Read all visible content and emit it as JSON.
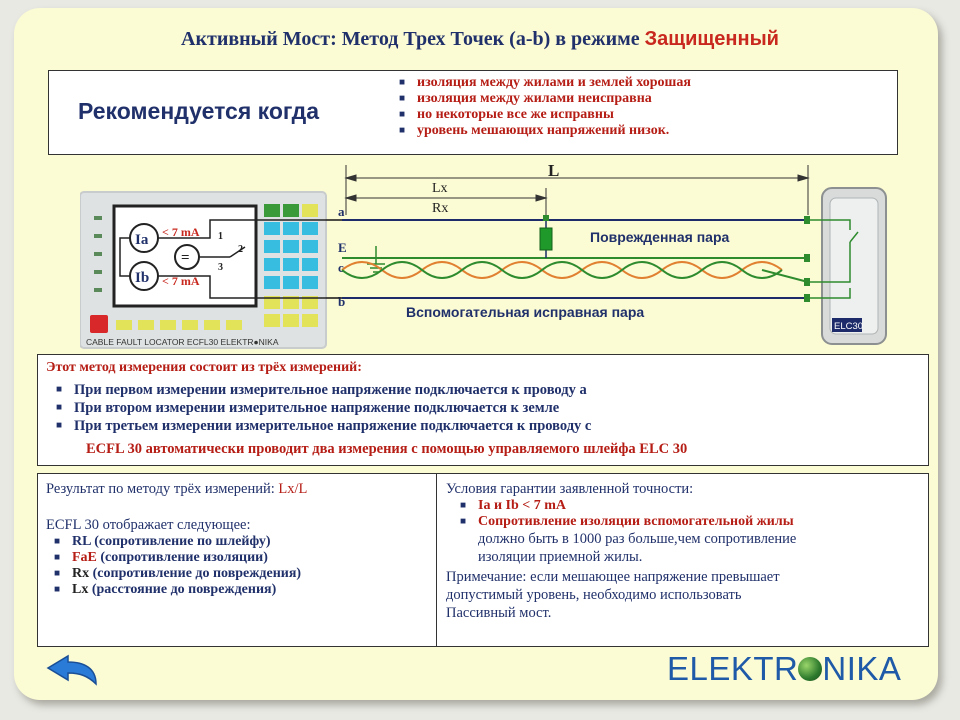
{
  "title": {
    "main": "Активный Мост: Метод Трех Точек (a-b) в режиме",
    "mode": "Защищенный"
  },
  "recommend": {
    "heading": "Рекомендуется когда",
    "items": [
      "изоляция между жилами и землей хорошая",
      "изоляция между жилами неисправна",
      "но некоторые все же исправны",
      "уровень мешающих напряжений низок."
    ]
  },
  "diagram": {
    "label_L": "L",
    "label_Lx": "Lx",
    "label_Rx": "Rx",
    "damaged_pair": "Поврежденная пара",
    "aux_pair": "Вспомогательная исправная пара",
    "term_a": "a",
    "term_E": "E",
    "term_c": "c",
    "term_b": "b",
    "meter_Ia": "Ia",
    "meter_Ib": "Ib",
    "limit_a": "< 7 mA",
    "limit_b": "< 7 mA",
    "sw_1": "1",
    "sw_2": "2",
    "sw_3": "3",
    "instrument_footer": "CABLE FAULT LOCATOR    ECFL30    ELEKTR●NIKA",
    "elc_label": "ELC30",
    "colors": {
      "wire_green": "#2e8b2e",
      "wire_orange": "#e08030",
      "fault": "#1f9a2a",
      "device_body": "#dfe2e2"
    }
  },
  "method": {
    "heading": "Этот метод измерения состоит из трёх измерений:",
    "items": [
      "При первом измерении измерительное напряжение подключается к проводу a",
      "При втором измерении измерительное напряжение подключается к земле",
      "При третьем измерении измерительное напряжение подключается к проводу c"
    ],
    "conclusion": "ECFL 30 автоматически проводит два измерения с помощью управляемого шлейфа ELC 30"
  },
  "results": {
    "left": {
      "line1_prefix": "Результат по методу трёх измерений: ",
      "line1_value": "Lx/L",
      "line2": "ECFL 30 отображает следующее:",
      "items": [
        {
          "key": "RL",
          "desc": " (сопротивление по шлейфу)"
        },
        {
          "key": "FaE",
          "desc": " (сопротивление изоляции)"
        },
        {
          "key": "Rx",
          "desc": " (сопротивление до повреждения)"
        },
        {
          "key": "Lx",
          "desc": " (расстояние до повреждения)"
        }
      ]
    },
    "right": {
      "heading": "Условия гарантии заявленной точности:",
      "cond1": "Ia и Ib < 7 mA",
      "cond2_l1": "Сопротивление изоляции вспомогательной жилы",
      "cond2_l2": "должно быть в 1000 раз больше,чем сопротивление",
      "cond2_l3": "изоляции приемной жилы.",
      "note_l1": "Примечание: если мешающее напряжение превышает",
      "note_l2": "допустимый уровень, необходимо использовать",
      "note_l3": "Пассивный мост."
    }
  },
  "footer": {
    "logo_left": "ELEKTR",
    "logo_right": "NIKA"
  }
}
